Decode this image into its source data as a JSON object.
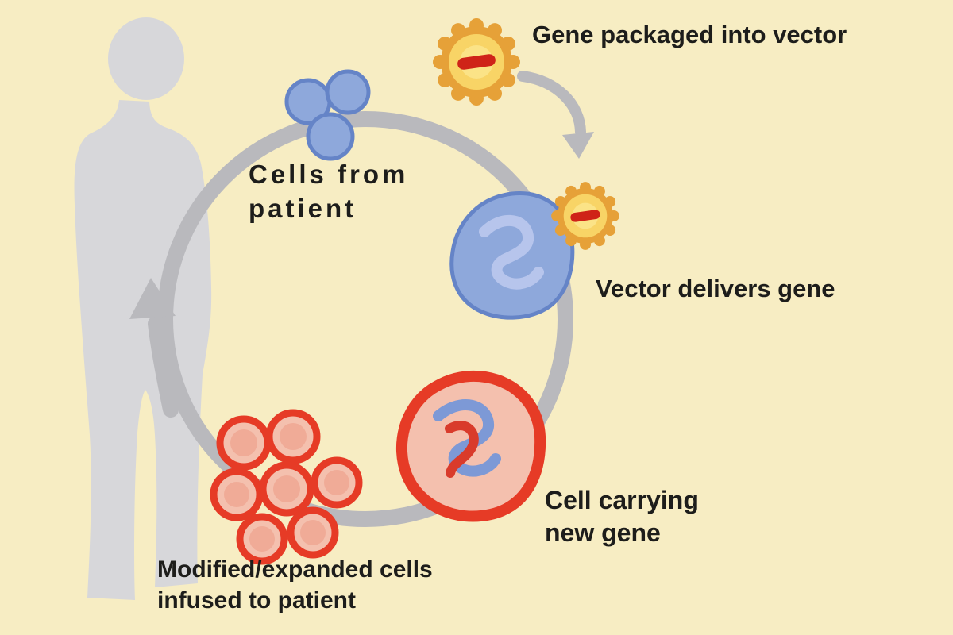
{
  "title": "Gene therapy cycle diagram",
  "labels": {
    "gene_packaged": "Gene packaged into vector",
    "cells_from_patient": {
      "line1": "Cells from",
      "line2": "patient"
    },
    "vector_delivers": "Vector delivers gene",
    "cell_carrying": {
      "line1": "Cell carrying",
      "line2": "new gene"
    },
    "modified_cells": {
      "line1": "Modified/expanded cells",
      "line2": "infused to patient"
    }
  },
  "icons": {
    "vector_top": "virus-vector-icon",
    "vector_on_cell": "virus-vector-icon",
    "cycle": "cycle-circle",
    "arrow_vector_to_cell": "curved-arrow-icon",
    "arrow_to_patient": "up-arrow-icon",
    "person": "patient-silhouette"
  },
  "colors": {
    "background": "#f7edc3",
    "text": "#1d1d1b",
    "silhouette": "#d7d7da",
    "gray_arrow": "#b9b9bd",
    "blue_cell_fill": "#8ea8db",
    "blue_cell_stroke": "#6584c7",
    "blue_squiggle": "#b7c5ec",
    "vector_body": "#e6a138",
    "vector_inner": "#f8d466",
    "vector_inner_light": "#fbe387",
    "gene_bar": "#cf2318",
    "red_cell_stroke": "#e63b26",
    "red_cell_fill": "#f4c0ae",
    "pink_cell_inner": "#f0ab97",
    "red_squiggle": "#d93b2b",
    "inner_blue_squiggle": "#7d99d6"
  }
}
